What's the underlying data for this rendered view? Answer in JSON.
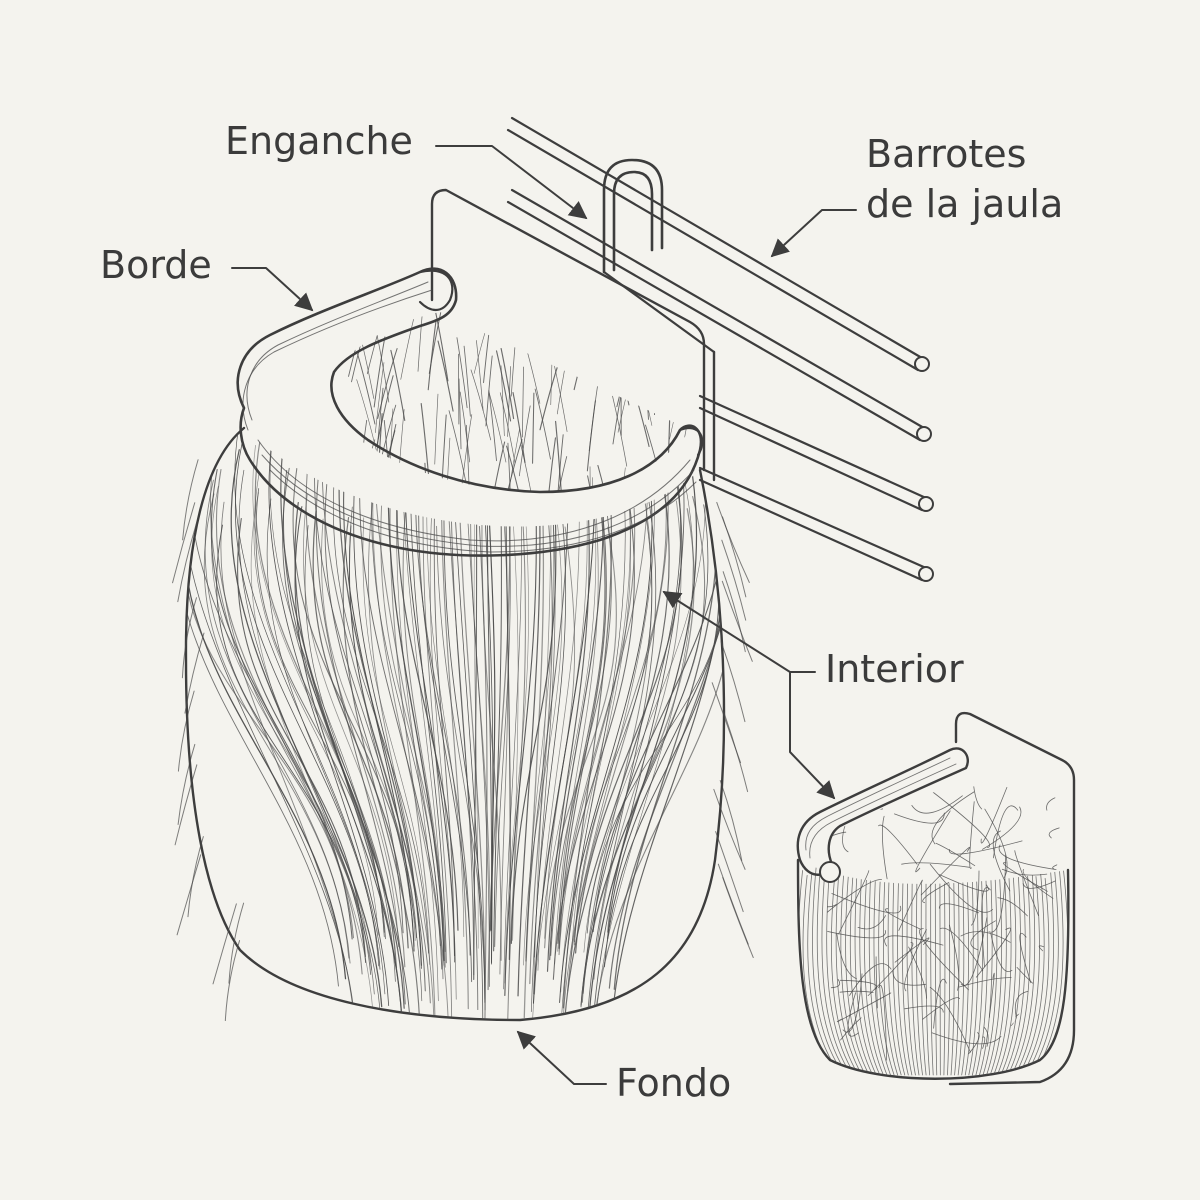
{
  "labels": {
    "enganche": "Enganche",
    "barrotes_line1": "Barrotes",
    "barrotes_line2": "de la jaula",
    "borde": "Borde",
    "interior": "Interior",
    "fondo": "Fondo"
  },
  "colors": {
    "background": "#f4f3ee",
    "ink": "#3d3d3d"
  }
}
